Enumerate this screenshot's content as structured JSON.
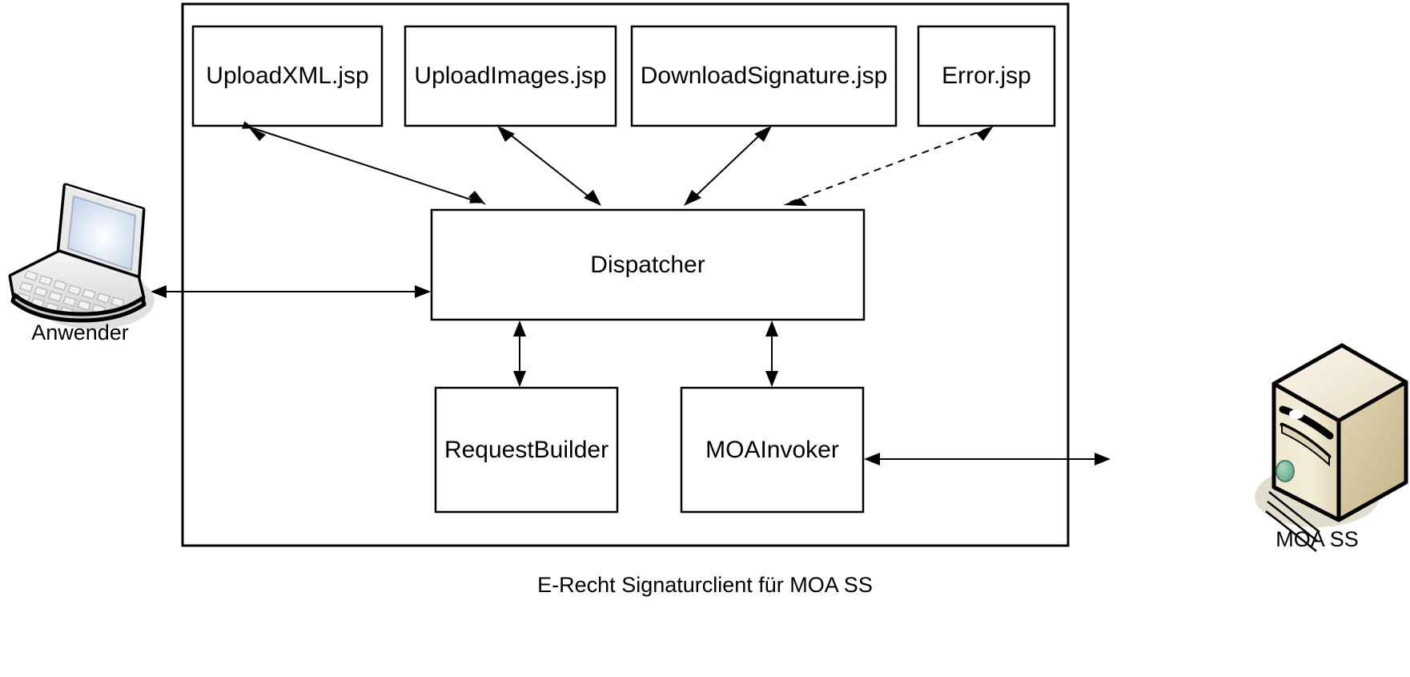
{
  "diagram": {
    "caption": "E-Recht Signaturclient für MOA SS",
    "container": {
      "name": "e-recht-signaturclient-boundary"
    },
    "colors": {
      "stroke": "#000000",
      "box_fill": "#ffffff",
      "laptop_screen": "#dce6f2",
      "laptop_body": "#e8e8e8",
      "server_body": "#e8dcc0",
      "server_side": "#cbbd94",
      "server_led": "#7fb39a",
      "shadow": "#d9d9d9"
    },
    "top_row": [
      {
        "id": "uploadxml",
        "label": "UploadXML.jsp"
      },
      {
        "id": "uploadimages",
        "label": "UploadImages.jsp"
      },
      {
        "id": "downloadsignature",
        "label": "DownloadSignature.jsp"
      },
      {
        "id": "error",
        "label": "Error.jsp"
      }
    ],
    "middle": {
      "id": "dispatcher",
      "label": "Dispatcher"
    },
    "bottom_row": [
      {
        "id": "requestbuilder",
        "label": "RequestBuilder"
      },
      {
        "id": "moainvoker",
        "label": "MOAInvoker"
      }
    ],
    "actors": [
      {
        "id": "anwender",
        "label": "Anwender",
        "icon": "laptop-icon"
      },
      {
        "id": "moa-ss",
        "label": "MOA SS",
        "icon": "server-tower-icon"
      }
    ],
    "connections": [
      {
        "from": "dispatcher",
        "to": "uploadxml",
        "style": "solid",
        "arrows": "both"
      },
      {
        "from": "dispatcher",
        "to": "uploadimages",
        "style": "solid",
        "arrows": "both"
      },
      {
        "from": "dispatcher",
        "to": "downloadsignature",
        "style": "solid",
        "arrows": "both"
      },
      {
        "from": "dispatcher",
        "to": "error",
        "style": "dashed",
        "arrows": "both"
      },
      {
        "from": "dispatcher",
        "to": "requestbuilder",
        "style": "solid",
        "arrows": "both"
      },
      {
        "from": "dispatcher",
        "to": "moainvoker",
        "style": "solid",
        "arrows": "both"
      },
      {
        "from": "anwender",
        "to": "dispatcher",
        "style": "solid",
        "arrows": "both"
      },
      {
        "from": "moainvoker",
        "to": "moa-ss",
        "style": "solid",
        "arrows": "both"
      }
    ]
  }
}
